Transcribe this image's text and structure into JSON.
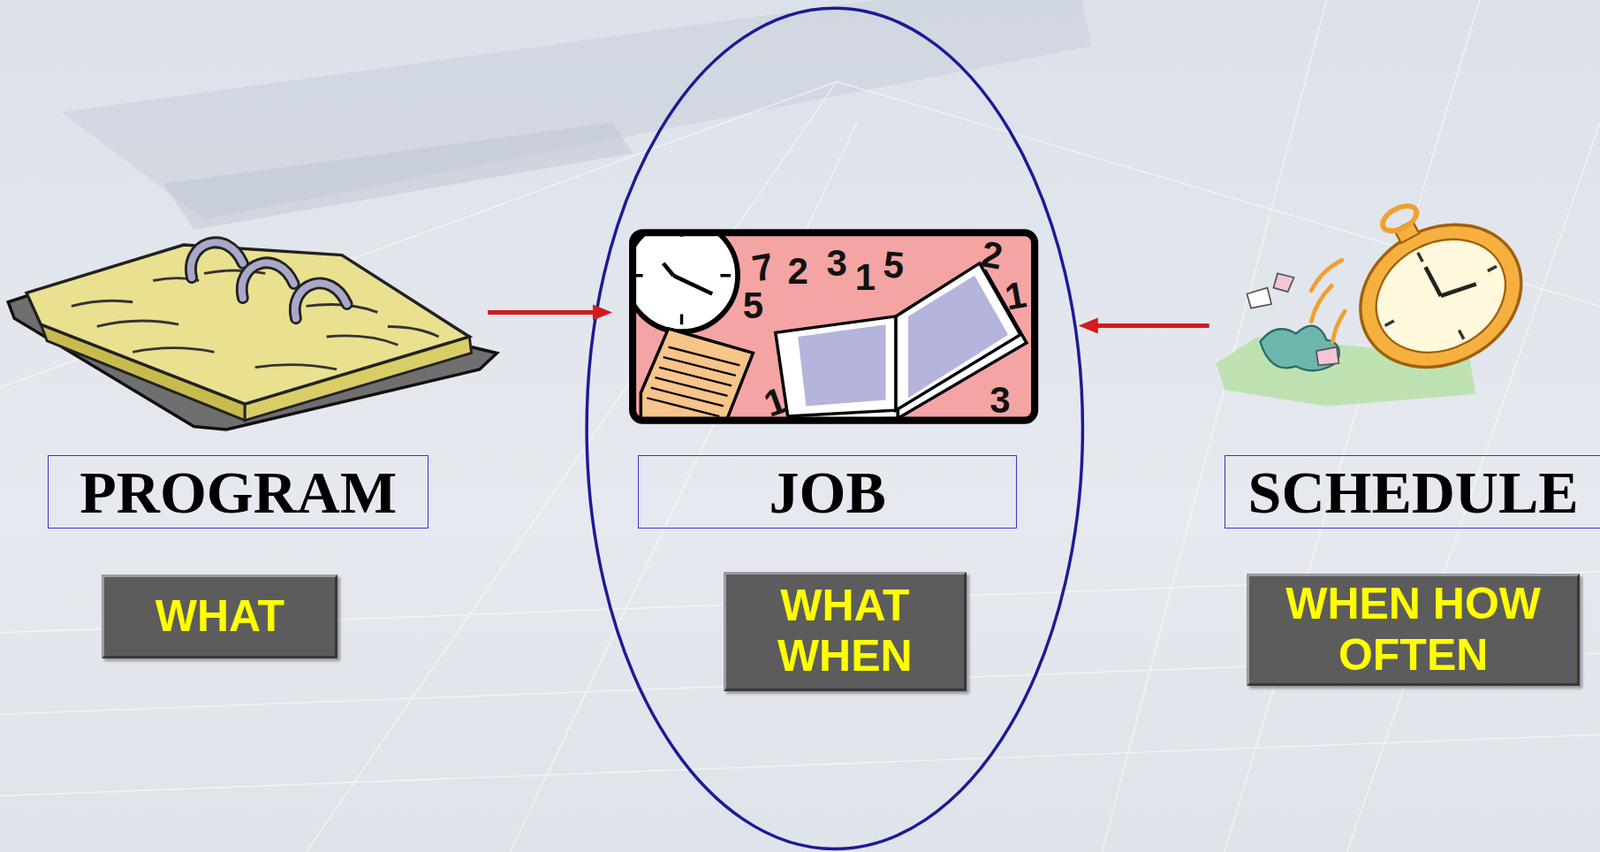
{
  "diagram": {
    "nodes": [
      {
        "text": [
          "PROGRAM"
        ]
      },
      {
        "text": [
          "JOB"
        ]
      },
      {
        "text": [
          "SCHEDULE"
        ]
      },
      {
        "text": [
          "WHAT"
        ]
      },
      {
        "text": [
          "WHAT WHEN"
        ]
      },
      {
        "text": [
          "WHEN HOW OFTEN"
        ]
      }
    ],
    "edges": [
      {
        "from": 0,
        "to": 1,
        "arrow": "to"
      },
      {
        "from": 2,
        "to": 1,
        "arrow": "to"
      }
    ],
    "labels": [
      "7",
      "2",
      "3",
      "1",
      "5",
      "2",
      "1",
      "5",
      "1",
      "3"
    ]
  }
}
